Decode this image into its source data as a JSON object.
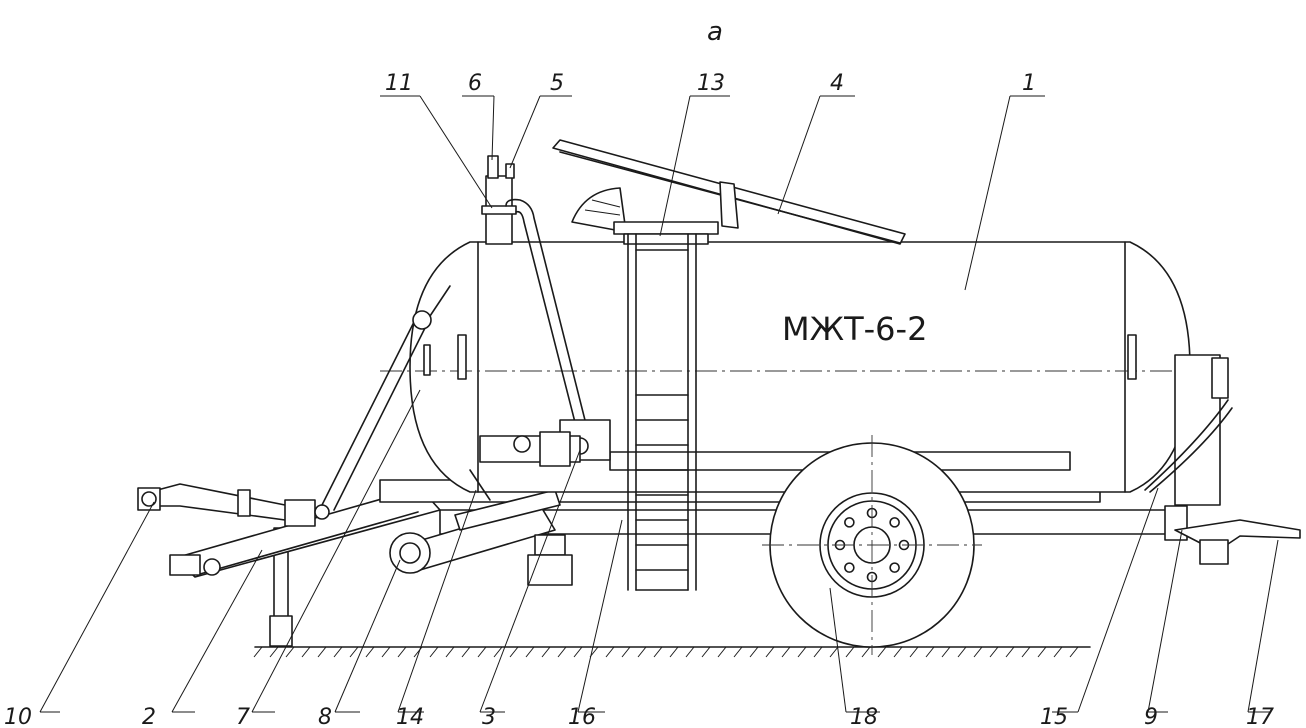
{
  "figure": {
    "label": "а",
    "tank_marking": "МЖТ-6-2"
  },
  "callouts": {
    "c1": "1",
    "c2": "2",
    "c3": "3",
    "c4": "4",
    "c5": "5",
    "c6": "6",
    "c7": "7",
    "c8": "8",
    "c9": "9",
    "c10": "10",
    "c11": "11",
    "c13": "13",
    "c14": "14",
    "c15": "15",
    "c16": "16",
    "c17": "17",
    "c18": "18"
  }
}
